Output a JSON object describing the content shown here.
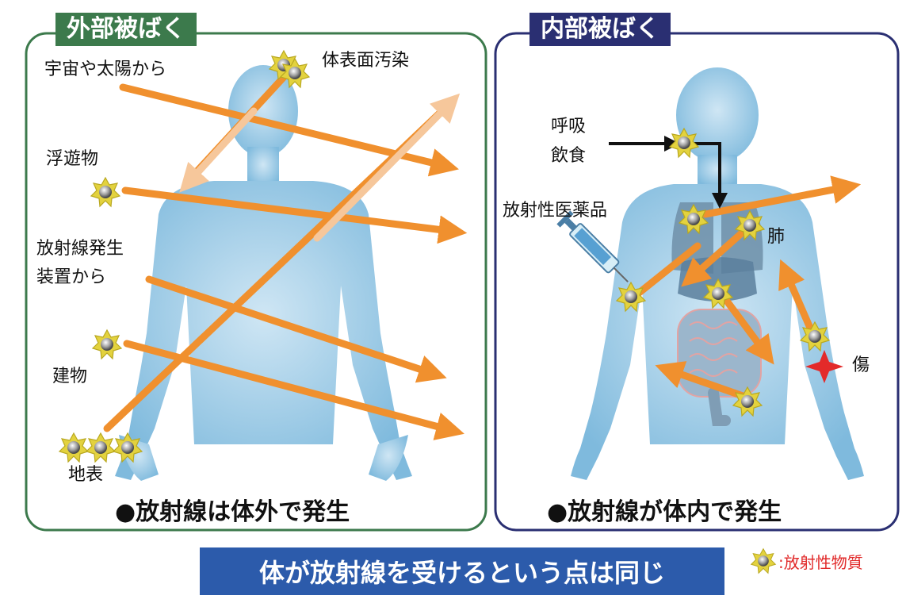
{
  "external": {
    "tag": "外部被ばく",
    "labels": {
      "space_sun": "宇宙や太陽から",
      "surface": "体表面汚染",
      "airborne": "浮遊物",
      "device_line1": "放射線発生",
      "device_line2": "装置から",
      "building": "建物",
      "ground": "地表"
    },
    "conclusion": "●放射線は体外で発生"
  },
  "internal": {
    "tag": "内部被ばく",
    "labels": {
      "breathing": "呼吸",
      "eating": "飲食",
      "pharma": "放射性医薬品",
      "lung": "肺",
      "wound": "傷"
    },
    "conclusion": "●放射線が体内で発生"
  },
  "banner": "体が放射線を受けるという点は同じ",
  "legend": ":放射性物質",
  "colors": {
    "external_frame": "#3c7a4c",
    "internal_frame": "#2a2f72",
    "arrow": "#f0902e",
    "arrow_faint": "#f6c79b",
    "body": "#8cc3e2",
    "banner": "#2c5bab",
    "legend_text": "#e12a2a",
    "particle": "#d7c83a"
  }
}
